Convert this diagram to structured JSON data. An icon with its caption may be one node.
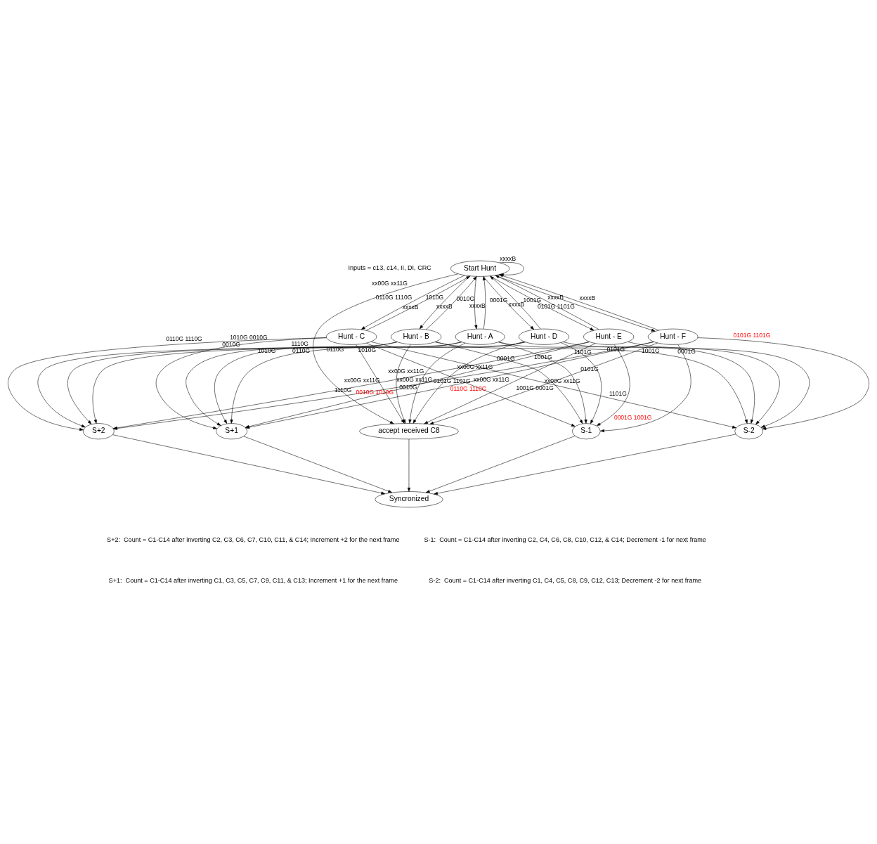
{
  "diagram": {
    "nodes": [
      {
        "text": [
          "Start Hunt"
        ]
      },
      {
        "text": [
          "Hunt - C"
        ]
      },
      {
        "text": [
          "Hunt - B"
        ]
      },
      {
        "text": [
          "Hunt - A"
        ]
      },
      {
        "text": [
          "Hunt - D"
        ]
      },
      {
        "text": [
          "Hunt - E"
        ]
      },
      {
        "text": [
          "Hunt - F"
        ]
      },
      {
        "text": [
          "S+2"
        ]
      },
      {
        "text": [
          "S+1"
        ]
      },
      {
        "text": [
          "accept received C8"
        ]
      },
      {
        "text": [
          "S-1"
        ]
      },
      {
        "text": [
          "S-2"
        ]
      },
      {
        "text": [
          "Syncronized"
        ]
      }
    ],
    "edges": [
      {
        "from": 0,
        "to": 0,
        "arrow": "to",
        "label": "xxxxB"
      },
      {
        "from": 0,
        "to": 1,
        "arrow": "to",
        "label": "0110G 1110G"
      },
      {
        "from": 1,
        "to": 0,
        "arrow": "to",
        "label": "xxxxB"
      },
      {
        "from": 0,
        "to": 2,
        "arrow": "to",
        "label": "1010G"
      },
      {
        "from": 2,
        "to": 0,
        "arrow": "to",
        "label": "xxxxB"
      },
      {
        "from": 0,
        "to": 3,
        "arrow": "to",
        "label": "0010G"
      },
      {
        "from": 3,
        "to": 0,
        "arrow": "to",
        "label": "xxxxB"
      },
      {
        "from": 0,
        "to": 9,
        "arrow": "to",
        "label": "xx00G xx11G"
      },
      {
        "from": 0,
        "to": 4,
        "arrow": "to",
        "label": "0001G"
      },
      {
        "from": 4,
        "to": 0,
        "arrow": "to",
        "label": "xxxxB"
      },
      {
        "from": 0,
        "to": 5,
        "arrow": "to",
        "label": "1001G"
      },
      {
        "from": 5,
        "to": 0,
        "arrow": "to",
        "label": "xxxxB"
      },
      {
        "from": 0,
        "to": 6,
        "arrow": "to",
        "label": "0101G 1101G"
      },
      {
        "from": 6,
        "to": 0,
        "arrow": "to",
        "label": "xxxxB"
      },
      {
        "from": 1,
        "to": 7,
        "arrow": "to",
        "label": "0110G 1110G"
      },
      {
        "from": 1,
        "to": 8,
        "arrow": "to",
        "label": "1010G 0010G"
      },
      {
        "from": 1,
        "to": 9,
        "arrow": "to",
        "label": "xx00G xx11G"
      },
      {
        "from": 1,
        "to": 10,
        "arrow": "to",
        "label": "0101G 1101G"
      },
      {
        "from": 1,
        "to": 11,
        "arrow": "to",
        "label": "1001G 0001G"
      },
      {
        "from": 2,
        "to": 7,
        "arrow": "to",
        "label": "0010G"
      },
      {
        "from": 2,
        "to": 8,
        "arrow": "to",
        "label": "1110G"
      },
      {
        "from": 2,
        "to": 9,
        "arrow": "to",
        "label": "xx00G xx11G"
      },
      {
        "from": 2,
        "to": 10,
        "arrow": "to",
        "label": "0001G"
      },
      {
        "from": 2,
        "to": 11,
        "arrow": "to",
        "label": "1101G"
      },
      {
        "from": 3,
        "to": 7,
        "arrow": "to",
        "label": "1010G"
      },
      {
        "from": 3,
        "to": 8,
        "arrow": "to",
        "label": "0110G"
      },
      {
        "from": 3,
        "to": 9,
        "arrow": "to",
        "label": "xx00G xx11G"
      },
      {
        "from": 3,
        "to": 10,
        "arrow": "to",
        "label": "1001G"
      },
      {
        "from": 3,
        "to": 11,
        "arrow": "to",
        "label": "0101G"
      },
      {
        "from": 4,
        "to": 7,
        "arrow": "to",
        "label": "0110G"
      },
      {
        "from": 4,
        "to": 8,
        "arrow": "to",
        "label": "1010G"
      },
      {
        "from": 4,
        "to": 9,
        "arrow": "to",
        "label": "xx00G xx11G"
      },
      {
        "from": 4,
        "to": 10,
        "arrow": "to",
        "label": "0101G"
      },
      {
        "from": 4,
        "to": 11,
        "arrow": "to",
        "label": "1001G"
      },
      {
        "from": 5,
        "to": 7,
        "arrow": "to",
        "label": "1110G"
      },
      {
        "from": 5,
        "to": 8,
        "arrow": "to",
        "label": "0010G"
      },
      {
        "from": 5,
        "to": 9,
        "arrow": "to",
        "label": "xx00G xx11G"
      },
      {
        "from": 5,
        "to": 10,
        "arrow": "to",
        "label": "1101G"
      },
      {
        "from": 5,
        "to": 11,
        "arrow": "to",
        "label": "0001G"
      },
      {
        "from": 6,
        "to": 7,
        "arrow": "to",
        "label": "0010G 1010G"
      },
      {
        "from": 6,
        "to": 8,
        "arrow": "to",
        "label": "0110G 1110G"
      },
      {
        "from": 6,
        "to": 9,
        "arrow": "to",
        "label": "xx00G xx11G"
      },
      {
        "from": 6,
        "to": 10,
        "arrow": "to",
        "label": "0001G 1001G"
      },
      {
        "from": 6,
        "to": 11,
        "arrow": "to",
        "label": "0101G 1101G"
      },
      {
        "from": 7,
        "to": 12,
        "arrow": "to"
      },
      {
        "from": 8,
        "to": 12,
        "arrow": "to"
      },
      {
        "from": 9,
        "to": 12,
        "arrow": "to"
      },
      {
        "from": 10,
        "to": 12,
        "arrow": "to"
      },
      {
        "from": 11,
        "to": 12,
        "arrow": "to"
      }
    ],
    "labels": [
      "Inputs = c13, c14, II, DI, CRC",
      "S+2:  Count = C1-C14 after inverting C2, C3, C6, C7, C10, C11, & C14; Increment +2 for the next frame",
      "S-1:  Count = C1-C14 after inverting C2, C4, C6, C8, C10, C12, & C14; Decrement -1 for next frame",
      "S+1:  Count = C1-C14 after inverting C1, C3, C5, C7, C9, C11, & C13; Increment +1 for the next frame",
      "S-2:  Count = C1-C14 after inverting C1, C4, C5, C8, C9, C12, C13; Decrement -2 for next frame"
    ]
  }
}
